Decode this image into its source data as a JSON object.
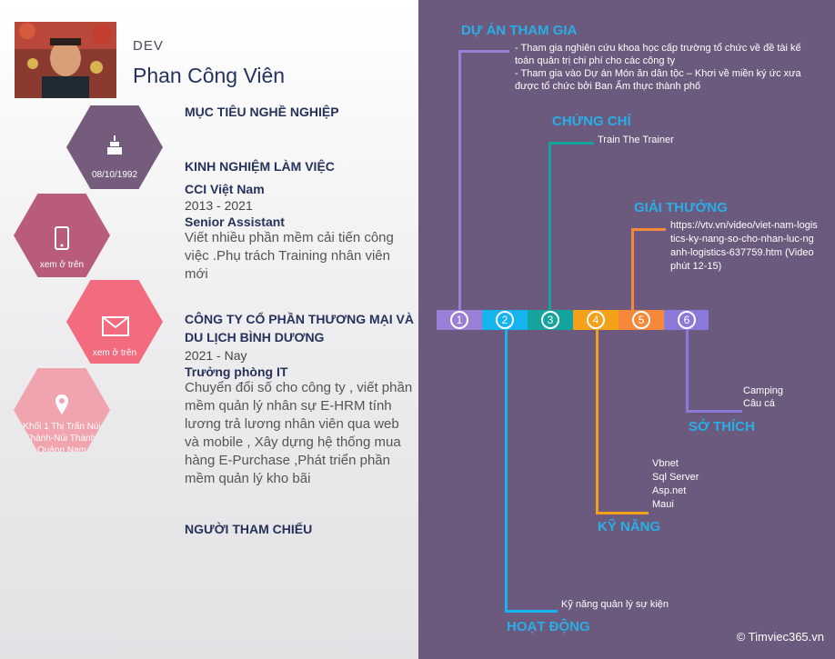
{
  "profile": {
    "role": "DEV",
    "name": "Phan Công Viên",
    "birthday": "08/10/1992",
    "phone": "xem ở trên",
    "email": "xem ở trên",
    "address": "Khối 1 Thị Trấn Núi Thành-Núi Thành-Quảng Nam"
  },
  "sections": {
    "objective": "MỤC TIÊU NGHỀ NGHIỆP",
    "experience": "KINH NGHIỆM LÀM VIỆC",
    "references": "NGƯỜI THAM CHIẾU"
  },
  "jobs": [
    {
      "company": "CCI Việt Nam",
      "period": "2013 - 2021",
      "title": "Senior Assistant",
      "description": "Viết nhiều phần mềm cải tiến công việc .Phụ trách Training nhân viên mới"
    },
    {
      "company": "CÔNG TY CỔ PHẦN THƯƠNG MẠI VÀ DU LỊCH BÌNH DƯƠNG",
      "period": "2021 - Nay",
      "title": "Trưởng phòng IT",
      "description": "Chuyển đổi số cho công ty , viết phần mềm quản lý nhân sự E-HRM tính lương trả lương nhân viên qua web và mobile , Xây dựng hệ thống mua hàng E-Purchase ,Phát triển phần mềm quản lý kho bãi"
    }
  ],
  "timeline": {
    "numbers": [
      "1",
      "2",
      "3",
      "4",
      "5",
      "6"
    ],
    "projects": {
      "title": "DỰ ÁN THAM GIA",
      "items": [
        "- Tham gia nghiên cứu khoa học cấp trường tổ chức về đề tài kế toán quản trị chi phí cho các công ty",
        "- Tham gia vào Dự án Món ăn dân tộc – Khơi về miền ký ức xưa được tổ chức bởi Ban Ẩm thực thành phố"
      ]
    },
    "certificates": {
      "title": "CHỨNG CHỈ",
      "items": [
        "Train The Trainer"
      ]
    },
    "awards": {
      "title": "GIẢI THƯỞNG",
      "items": [
        "https://vtv.vn/video/viet-nam-logistics-ky-nang-so-cho-nhan-luc-nganh-logistics-637759.htm (Video phút 12-15)"
      ]
    },
    "hobbies": {
      "title": "SỞ THÍCH",
      "items": [
        "Camping",
        "Câu cá"
      ]
    },
    "skills": {
      "title": "KỸ NĂNG",
      "items": [
        "Vbnet",
        "Sql Server",
        "Asp.net",
        "Maui"
      ]
    },
    "activities": {
      "title": "HOẠT ĐỘNG",
      "items": [
        "Kỹ năng quản lý sự kiện"
      ]
    }
  },
  "colors": {
    "purple": "#9b7fd6",
    "blue": "#16b3ee",
    "teal": "#14a39d",
    "orange": "#f4a019",
    "deep_orange": "#f6883a",
    "violet": "#8b79d8"
  },
  "credit": "© Timviec365.vn"
}
